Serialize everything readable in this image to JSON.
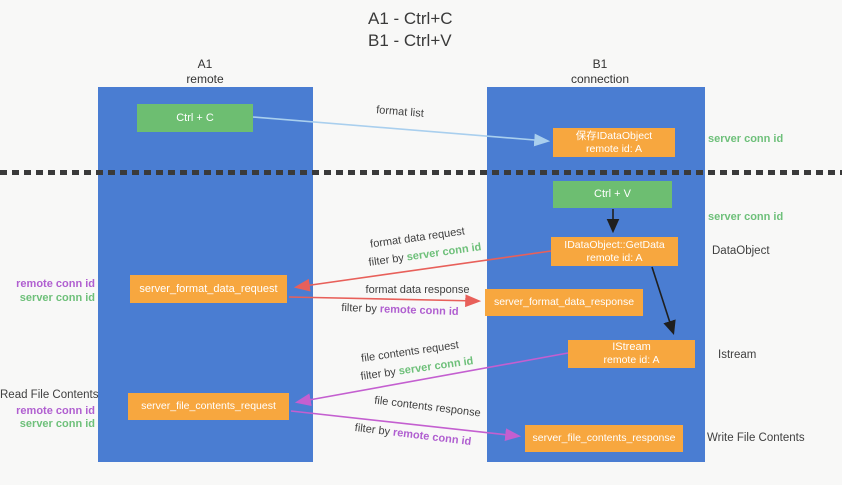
{
  "title": {
    "line1": "A1 - Ctrl+C",
    "line2": "B1 - Ctrl+V"
  },
  "lifelines": {
    "left": {
      "name": "A1",
      "role": "remote"
    },
    "right": {
      "name": "B1",
      "role": "connection"
    }
  },
  "nodes": {
    "ctrl_c": "Ctrl + C",
    "ctrl_v": "Ctrl + V",
    "save_idataobject": {
      "title": "保存IDataObject",
      "subtitle": "remote id: A"
    },
    "getdata": {
      "title": "IDataObject::GetData",
      "subtitle": "remote id: A"
    },
    "istream": {
      "title": "IStream",
      "subtitle": "remote id: A"
    },
    "server_format_data_request": "server_format_data_request",
    "server_format_data_response": "server_format_data_response",
    "server_file_contents_request": "server_file_contents_request",
    "server_file_contents_response": "server_file_contents_response"
  },
  "edge_labels": {
    "format_list": "format list",
    "format_data_request": "format data request",
    "format_data_response": "format data response",
    "file_contents_request": "file contents request",
    "file_contents_response": "file contents response",
    "filter_by": "filter by",
    "server_conn_id": "server conn id",
    "remote_conn_id": "remote conn id"
  },
  "side_labels": {
    "server_conn_id_top": "server conn id",
    "server_conn_id_mid": "server conn id",
    "dataobject": "DataObject",
    "istream": "Istream",
    "write_file_contents": "Write File Contents",
    "read_file_contents": "Read File Contents",
    "remote_conn_id": "remote conn id",
    "server_conn_id": "server conn id"
  },
  "colors": {
    "lifeline_blue": "#4a7dd2",
    "node_green": "#6dbe71",
    "node_orange": "#f7a73f",
    "arrow_light_blue": "#a9cfee",
    "arrow_red": "#e8605a",
    "arrow_purple": "#c45fd0",
    "arrow_black": "#1f1f1f",
    "text_green": "#6ec07a",
    "text_purple": "#b05fd0",
    "dotted_line": "#3a3a3a",
    "background": "#f8f8f7"
  }
}
